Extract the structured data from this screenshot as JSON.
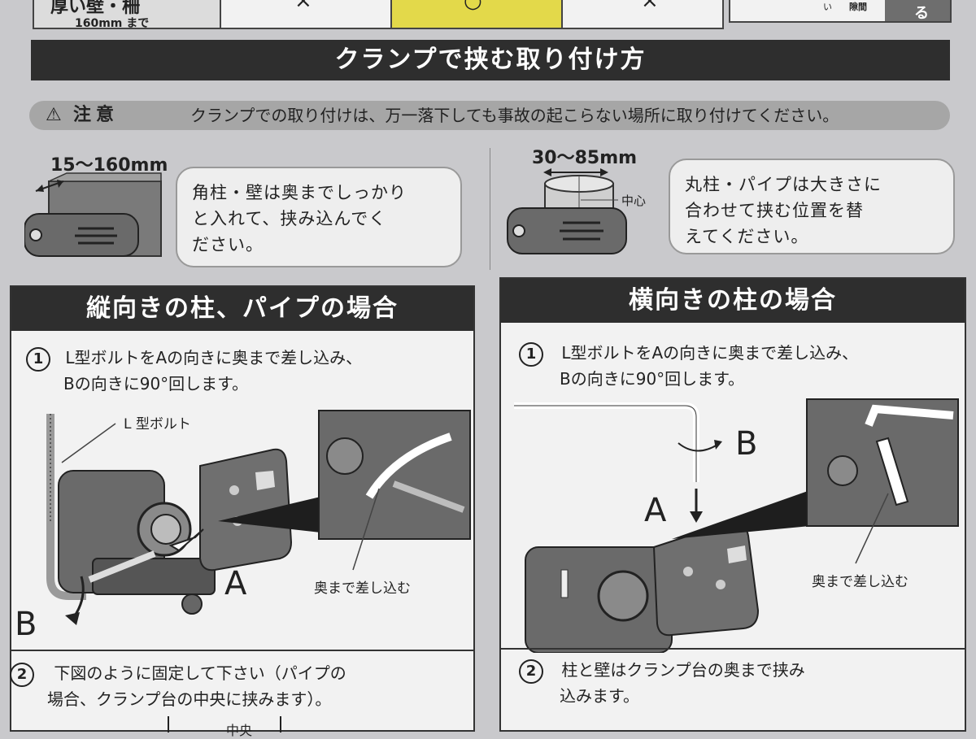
{
  "top_table": {
    "label_line1": "厚い壁・柵",
    "label_line2": "160mm まで",
    "marks": [
      "×",
      "○",
      "×"
    ],
    "side_cells": [
      "い",
      "隙間",
      "る"
    ]
  },
  "title": "クランプで挟む取り付け方",
  "caution": {
    "icon": "warning-triangle-icon",
    "title": "注意",
    "text": "クランプでの取り付けは、万一落下しても事故の起こらない場所に取り付けてください。"
  },
  "square": {
    "dimension": "15〜160mm",
    "note_lines": [
      "角柱・壁は奥までしっかり",
      "と入れて、挟み込んでく",
      "ださい。"
    ]
  },
  "round": {
    "dimension": "30〜85mm",
    "center_label": "中心",
    "note_lines": [
      "丸柱・パイプは大きさに",
      "合わせて挟む位置を替",
      "えてください。"
    ]
  },
  "vertical_panel": {
    "title": "縦向きの柱、パイプの場合",
    "step1_num": "1",
    "step1_lines": [
      "L型ボルトをAの向きに奥まで差し込み、",
      "Bの向きに90°回します。"
    ],
    "bolt_label": "L 型ボルト",
    "label_a": "A",
    "label_b": "B",
    "insert_label": "奥まで差し込む",
    "step2_num": "2",
    "step2_lines": [
      "下図のように固定して下さい（パイプの",
      "場合、クランプ台の中央に挟みます）。"
    ],
    "bottom_label": "中央"
  },
  "horizontal_panel": {
    "title": "横向きの柱の場合",
    "step1_num": "1",
    "step1_lines": [
      "L型ボルトをAの向きに奥まで差し込み、",
      "Bの向きに90°回します。"
    ],
    "label_a": "A",
    "label_b": "B",
    "insert_label": "奥まで差し込む",
    "step2_num": "2",
    "step2_lines": [
      "柱と壁はクランプ台の奥まで挟み",
      "込みます。"
    ]
  }
}
